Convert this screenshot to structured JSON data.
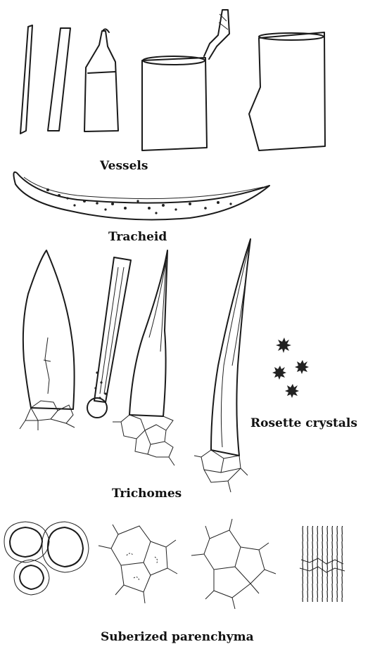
{
  "labels": {
    "vessels": "Vessels",
    "tracheid": "Tracheid",
    "trichomes": "Trichomes",
    "rosette": "Rosette crystals",
    "suberized": "Suberized parenchyma"
  }
}
